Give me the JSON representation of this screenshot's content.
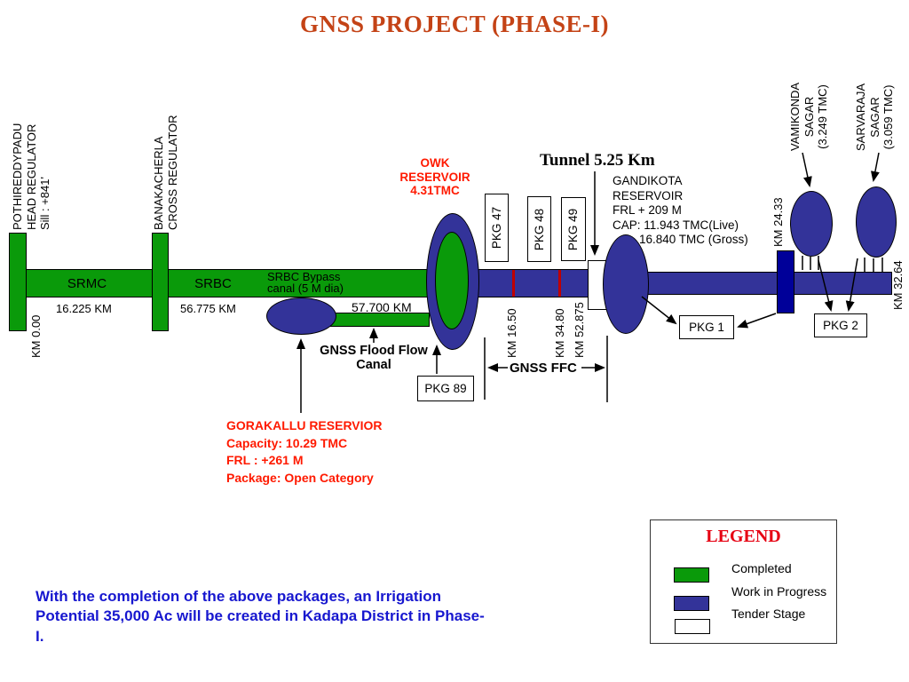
{
  "title": "GNSS PROJECT (PHASE-I)",
  "colors": {
    "completed_green": "#0A9A0A",
    "work_in_progress_blue": "#333399",
    "tender_white": "#FFFFFF",
    "km_bar_navy": "#000099",
    "km_tick_red": "#C00000",
    "title_red": "#C44316",
    "annotation_red": "#FF1A00",
    "legend_title_red": "#E60012",
    "note_blue": "#1717CF"
  },
  "regulators": {
    "pothireddypadu": {
      "line1": "POTHIREDDYPADU",
      "line2": "HEAD REGULATOR",
      "line3": "Sill : +841'"
    },
    "banakacherla": {
      "line1": "BANAKACHERLA",
      "line2": "CROSS REGULATOR"
    }
  },
  "canals": {
    "srmc": {
      "name": "SRMC",
      "length": "16.225 KM"
    },
    "srbc": {
      "name": "SRBC",
      "length": "56.775 KM"
    },
    "bypass": {
      "line1": "SRBC Bypass",
      "line2": "canal (5 M dia)",
      "length": "57.700 KM"
    },
    "flood_flow": {
      "line1": "GNSS Flood Flow",
      "line2": "Canal"
    },
    "ffc_span_label": "GNSS FFC"
  },
  "reservoirs": {
    "owk": {
      "line1": "OWK",
      "line2": "RESERVOIR",
      "line3": "4.31TMC"
    },
    "gorakallu": {
      "line1": "GORAKALLU RESERVIOR",
      "line2": "Capacity: 10.29 TMC",
      "line3": "FRL : +261 M",
      "line4": "Package: Open Category"
    },
    "gandikota": {
      "line1": "GANDIKOTA",
      "line2": "RESERVOIR",
      "line3": "FRL + 209 M",
      "line4": "CAP: 11.943 TMC(Live)",
      "line5": "16.840 TMC (Gross)"
    },
    "vamikonda": {
      "line1": "VAMIKONDA",
      "line2": "SAGAR",
      "line3": "(3.249 TMC)"
    },
    "sarvaraja": {
      "line1": "SARVARAJA",
      "line2": "SAGAR",
      "line3": "(3.059 TMC)"
    }
  },
  "tunnel": {
    "label": "Tunnel 5.25 Km"
  },
  "km_markers": {
    "km0": "KM 0.00",
    "km1650": "KM 16.50",
    "km3480": "KM 34.80",
    "km52875": "KM 52.875",
    "km2433": "KM 24.33",
    "km3264": "KM 32.64"
  },
  "packages": {
    "pkg47": "PKG 47",
    "pkg48": "PKG 48",
    "pkg49": "PKG 49",
    "pkg89": "PKG 89",
    "pkg1": "PKG 1",
    "pkg2": "PKG 2"
  },
  "legend": {
    "title": "LEGEND",
    "items": [
      {
        "label": "Completed",
        "color": "#0A9A0A"
      },
      {
        "label": "Work in Progress",
        "color": "#333399"
      },
      {
        "label": "Tender Stage",
        "color": "#FFFFFF"
      }
    ]
  },
  "note": "With the completion of the above packages, an Irrigation Potential 35,000 Ac will be created in Kadapa District in Phase-I."
}
